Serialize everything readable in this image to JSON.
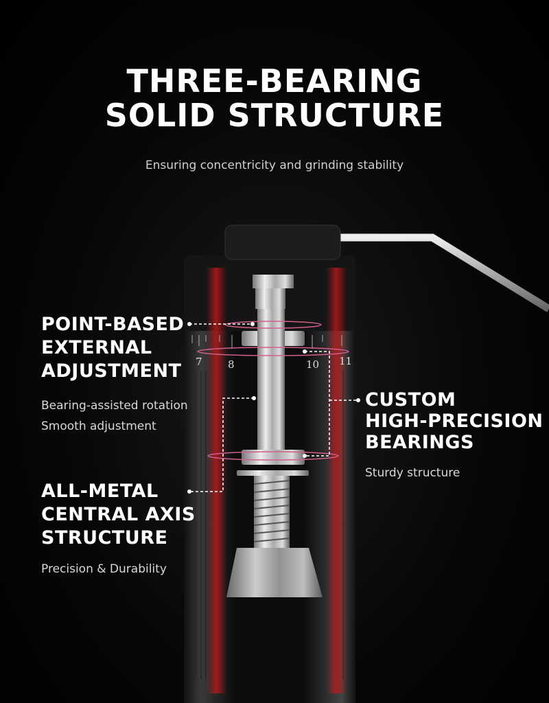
{
  "header": {
    "title_line1": "THREE-BEARING",
    "title_line2": "SOLID STRUCTURE",
    "subtitle": "Ensuring concentricity and grinding stability"
  },
  "callouts": [
    {
      "title_lines": [
        "POINT-BASED",
        "EXTERNAL",
        "ADJUSTMENT"
      ],
      "desc_lines": [
        "Bearing-assisted rotation",
        "Smooth adjustment"
      ]
    },
    {
      "title_lines": [
        "ALL-METAL",
        "CENTRAL AXIS",
        "STRUCTURE"
      ],
      "desc_lines": [
        "Precision & Durability"
      ]
    },
    {
      "title_lines": [
        "CUSTOM",
        "HIGH-PRECISION",
        "BEARINGS"
      ],
      "desc_lines": [
        "Sturdy structure"
      ]
    }
  ],
  "dial": {
    "numbers": [
      "7",
      "8",
      "10",
      "11"
    ]
  },
  "colors": {
    "accent_red": "#c01818",
    "bearing_ring": "#d06090"
  }
}
